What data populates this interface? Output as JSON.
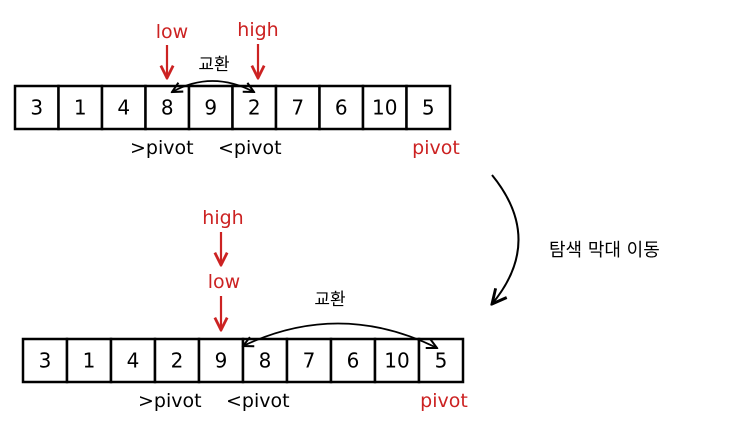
{
  "colors": {
    "accent": "#cc2222",
    "ink": "#000000"
  },
  "top": {
    "cells": [
      "3",
      "1",
      "4",
      "8",
      "9",
      "2",
      "7",
      "6",
      "10",
      "5"
    ],
    "low_label": "low",
    "high_label": "high",
    "swap_label": "교환",
    "gt_pivot_label": ">pivot",
    "lt_pivot_label": "<pivot",
    "pivot_label": "pivot"
  },
  "transition": {
    "label": "탐색 막대 이동"
  },
  "bottom": {
    "cells": [
      "3",
      "1",
      "4",
      "2",
      "9",
      "8",
      "7",
      "6",
      "10",
      "5"
    ],
    "high_label": "high",
    "low_label": "low",
    "swap_label": "교환",
    "gt_pivot_label": ">pivot",
    "lt_pivot_label": "<pivot",
    "pivot_label": "pivot"
  }
}
